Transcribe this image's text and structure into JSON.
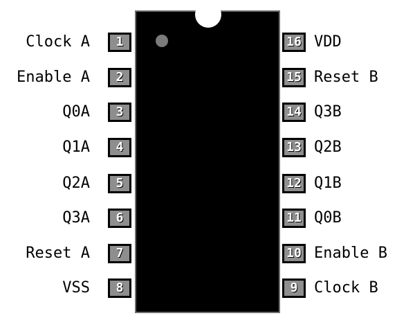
{
  "chip": {
    "left_pins": [
      {
        "number": "1",
        "label": "Clock A"
      },
      {
        "number": "2",
        "label": "Enable A"
      },
      {
        "number": "3",
        "label": "Q0A"
      },
      {
        "number": "4",
        "label": "Q1A"
      },
      {
        "number": "5",
        "label": "Q2A"
      },
      {
        "number": "6",
        "label": "Q3A"
      },
      {
        "number": "7",
        "label": "Reset A"
      },
      {
        "number": "8",
        "label": "VSS"
      }
    ],
    "right_pins": [
      {
        "number": "16",
        "label": "VDD"
      },
      {
        "number": "15",
        "label": "Reset B"
      },
      {
        "number": "14",
        "label": "Q3B"
      },
      {
        "number": "13",
        "label": "Q2B"
      },
      {
        "number": "12",
        "label": "Q1B"
      },
      {
        "number": "11",
        "label": "Q0B"
      },
      {
        "number": "10",
        "label": "Enable B"
      },
      {
        "number": "9",
        "label": "Clock B"
      }
    ]
  },
  "colors": {
    "body": "#000000",
    "pin_fill": "#8e8e8e",
    "pin1_marker": "#7b7b7b",
    "background": "#ffffff"
  }
}
